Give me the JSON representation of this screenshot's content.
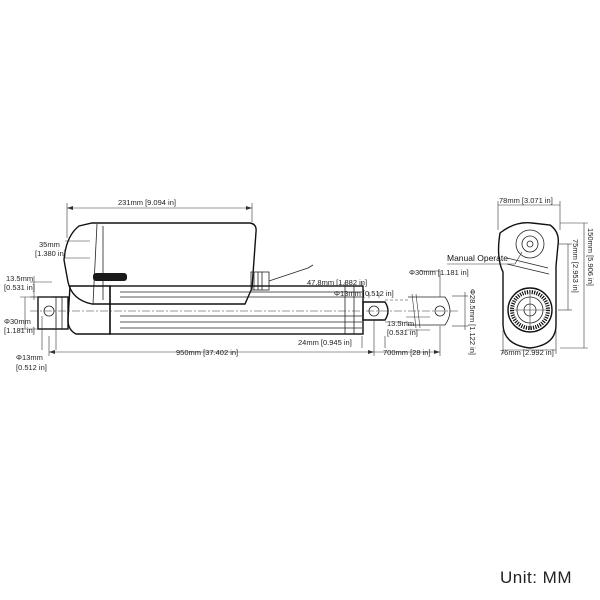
{
  "side_view": {
    "overall_length": "231mm [9.094 in]",
    "motor_offset": "35mm",
    "motor_offset_in": "[1.380 in]",
    "rear_pin_offset": "13.5mm",
    "rear_pin_offset_in": "[0.531 in]",
    "rear_clevis_dia": "Φ30mm",
    "rear_clevis_dia_in": "[1.181 in]",
    "rear_hole_dia": "Φ13mm",
    "rear_hole_dia_in": "[0.512 in]",
    "tube_length": "47.8mm [1.882 in]",
    "front_hole_dia": "Φ13mm [0.512 in]",
    "rod_offset": "24mm [0.945 in]",
    "front_pin_offset": "13.5mm",
    "front_pin_offset_in": "[0.531 in]",
    "retracted_length": "950mm [37.402 in]",
    "stroke": "700mm [28 in]",
    "rod_end_dia": "Φ30mm [1.181 in]",
    "rod_width": "Φ28.5mm [1.122 in]"
  },
  "end_view": {
    "top_width": "78mm [3.071 in]",
    "manual_operate": "Manual Operate",
    "center_height": "75mm [2.953 in]",
    "total_height": "150mm [5.906 in]",
    "bottom_width": "76mm [2.992 in]"
  },
  "unit_label": "Unit:  MM"
}
